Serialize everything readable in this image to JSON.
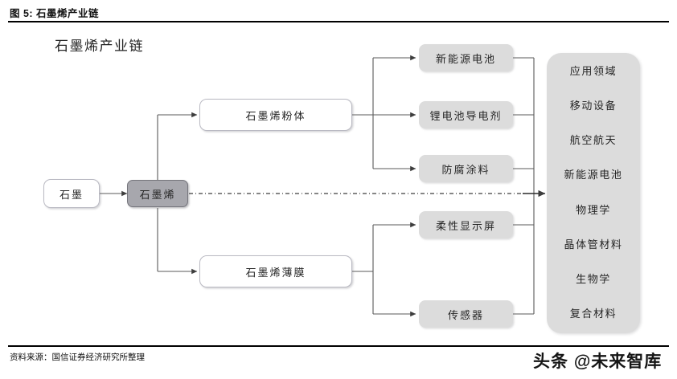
{
  "figure": {
    "caption": "图 5: 石墨烯产业链",
    "diagram_title": "石墨烯产业链",
    "source": "资料来源：国信证券经济研究所整理",
    "watermark": "头条 @未来智库"
  },
  "colors": {
    "gray_node": "#dcdcdc",
    "dark_node": "#a7a7ad",
    "white_node": "#ffffff",
    "line": "#5a5a5a",
    "rule": "#000000"
  },
  "nodes": {
    "raw": {
      "label": "石墨"
    },
    "core": {
      "label": "石墨烯"
    },
    "mid": [
      {
        "label": "石墨烯粉体"
      },
      {
        "label": "石墨烯薄膜"
      }
    ],
    "products": [
      {
        "label": "新能源电池"
      },
      {
        "label": "锂电池导电剂"
      },
      {
        "label": "防腐涂料"
      },
      {
        "label": "柔性显示屏"
      },
      {
        "label": "传感器"
      }
    ]
  },
  "application_panel": {
    "items": [
      "应用领域",
      "移动设备",
      "航空航天",
      "新能源电池",
      "物理学",
      "晶体管材料",
      "生物学",
      "复合材料"
    ]
  }
}
